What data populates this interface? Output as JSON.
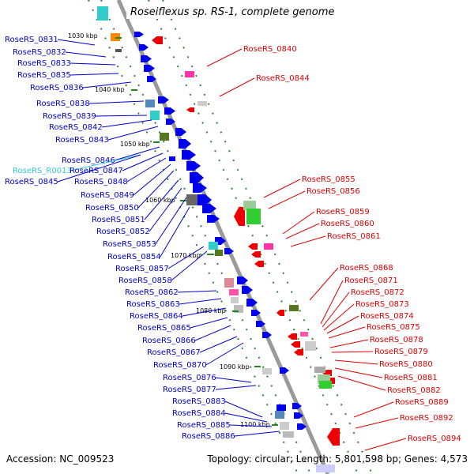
{
  "title": "Roseiflexus sp. RS-1, complete genome",
  "accession": "Accession: NC_009523",
  "topology": "Topology: circular; Length: 5,801,598 bp; Genes: 4,573",
  "colors": {
    "forward_label": "#0000cc",
    "reverse_label": "#e00000",
    "rna_label": "#33cccc",
    "backbone": "#a8a8a8",
    "tick": "#228822"
  },
  "ticks": [
    "1030 kbp",
    "1040 kbp",
    "1050 kbp",
    "1060 kbp",
    "1070 kbp",
    "1080 kbp",
    "1090 kbp",
    "1100 kbp"
  ],
  "left_labels": [
    "RoseRS_0831",
    "RoseRS_0832",
    "RoseRS_0833",
    "RoseRS_0835",
    "RoseRS_0836",
    "RoseRS_0838",
    "RoseRS_0839",
    "RoseRS_0842",
    "RoseRS_0843",
    "RoseRS_0846",
    "RoseRS_R0013",
    "RoseRS_0847",
    "RoseRS_0845",
    "RoseRS_0848",
    "RoseRS_0849",
    "RoseRS_0850",
    "RoseRS_0851",
    "RoseRS_0852",
    "RoseRS_0853",
    "RoseRS_0854",
    "RoseRS_0857",
    "RoseRS_0858",
    "RoseRS_0862",
    "RoseRS_0863",
    "RoseRS_0864",
    "RoseRS_0865",
    "RoseRS_0866",
    "RoseRS_0867",
    "RoseRS_0870",
    "RoseRS_0876",
    "RoseRS_0877",
    "RoseRS_0883",
    "RoseRS_0884",
    "RoseRS_0885",
    "RoseRS_0886"
  ],
  "right_labels": [
    "RoseRS_0840",
    "RoseRS_0844",
    "RoseRS_0855",
    "RoseRS_0856",
    "RoseRS_0859",
    "RoseRS_0860",
    "RoseRS_0861",
    "RoseRS_0868",
    "RoseRS_0871",
    "RoseRS_0872",
    "RoseRS_0873",
    "RoseRS_0874",
    "RoseRS_0875",
    "RoseRS_0878",
    "RoseRS_0879",
    "RoseRS_0880",
    "RoseRS_0881",
    "RoseRS_0882",
    "RoseRS_0889",
    "RoseRS_0892",
    "RoseRS_0894"
  ]
}
